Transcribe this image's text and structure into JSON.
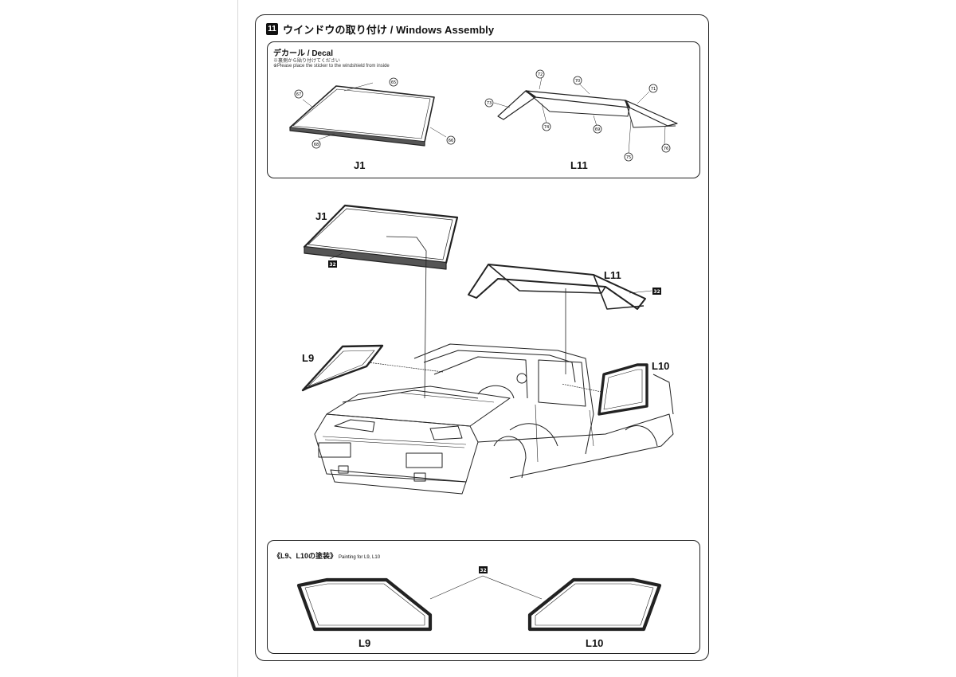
{
  "step": {
    "number": "11",
    "title": "ウインドウの取り付け / Windows Assembly"
  },
  "decal": {
    "title": "デカール / Decal",
    "note_ja": "※裏側から貼り付けてください",
    "note_en": "※Please place the sticker to the windshield from inside",
    "j1_numbers": [
      "65",
      "67",
      "66",
      "68"
    ],
    "l11_numbers": [
      "72",
      "70",
      "71",
      "73",
      "74",
      "69",
      "75",
      "76"
    ],
    "j1_label": "J1",
    "l11_label": "L11"
  },
  "assembly": {
    "j1_label": "J1",
    "l11_label": "L11",
    "l9_label": "L9",
    "l10_label": "L10",
    "paint_code_j1": "32",
    "paint_code_l11": "32"
  },
  "painting": {
    "title": "《L9、L10の塗装》",
    "subtitle": "Painting for L9, L10",
    "paint_code": "32",
    "l9_label": "L9",
    "l10_label": "L10"
  }
}
